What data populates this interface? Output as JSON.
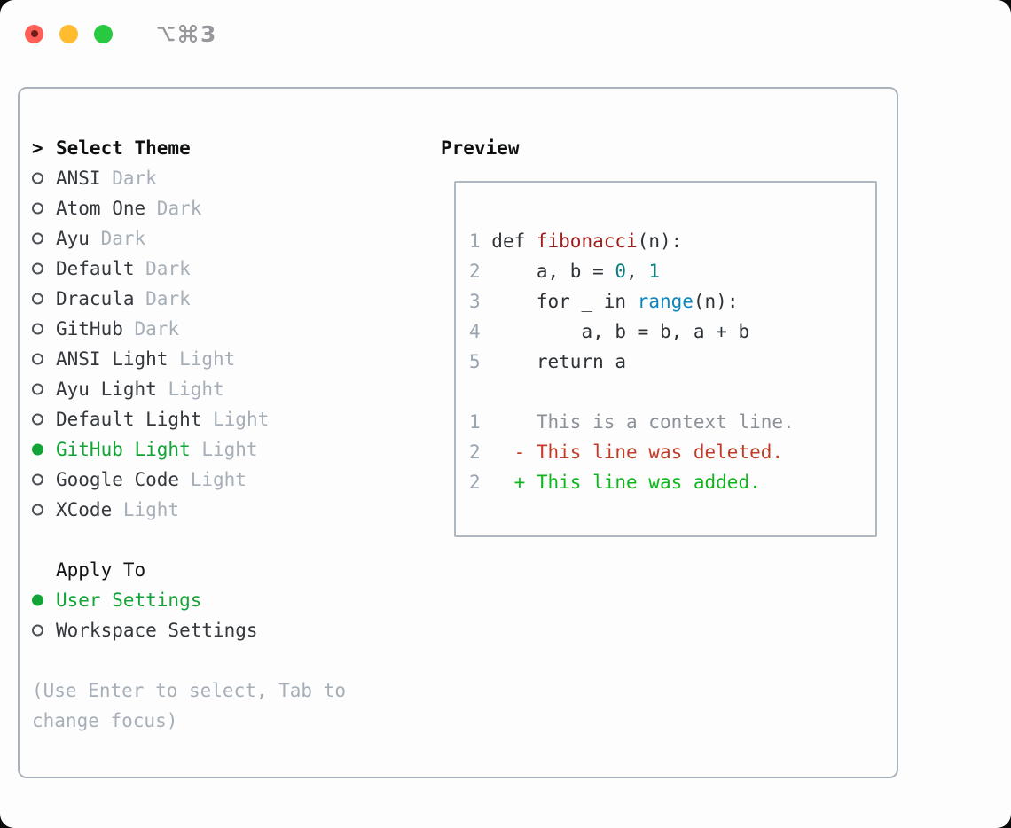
{
  "titlebar": {
    "shortcut": "⌥⌘3",
    "shortcut_digit": "3",
    "traffic_lights": [
      "close",
      "minimize",
      "zoom"
    ]
  },
  "theme_list": {
    "prompt": ">",
    "header": "Select Theme",
    "items": [
      {
        "name": "ANSI",
        "tag": "Dark",
        "selected": false
      },
      {
        "name": "Atom One",
        "tag": "Dark",
        "selected": false
      },
      {
        "name": "Ayu",
        "tag": "Dark",
        "selected": false
      },
      {
        "name": "Default",
        "tag": "Dark",
        "selected": false
      },
      {
        "name": "Dracula",
        "tag": "Dark",
        "selected": false
      },
      {
        "name": "GitHub",
        "tag": "Dark",
        "selected": false
      },
      {
        "name": "ANSI Light",
        "tag": "Light",
        "selected": false
      },
      {
        "name": "Ayu Light",
        "tag": "Light",
        "selected": false
      },
      {
        "name": "Default Light",
        "tag": "Light",
        "selected": false
      },
      {
        "name": "GitHub Light",
        "tag": "Light",
        "selected": true
      },
      {
        "name": "Google Code",
        "tag": "Light",
        "selected": false
      },
      {
        "name": "XCode",
        "tag": "Light",
        "selected": false
      }
    ]
  },
  "apply_to": {
    "header": "Apply To",
    "items": [
      {
        "name": "User Settings",
        "selected": true
      },
      {
        "name": "Workspace Settings",
        "selected": false
      }
    ]
  },
  "help_text": "(Use Enter to select, Tab to\nchange focus)",
  "preview": {
    "header": "Preview",
    "lines": [
      {
        "num": "1",
        "parts": [
          {
            "c": "code",
            "t": "def "
          },
          {
            "c": "fn",
            "t": "fibonacci"
          },
          {
            "c": "code",
            "t": "(n):"
          }
        ]
      },
      {
        "num": "2",
        "parts": [
          {
            "c": "code",
            "t": "    a, b = "
          },
          {
            "c": "num",
            "t": "0"
          },
          {
            "c": "code",
            "t": ", "
          },
          {
            "c": "num",
            "t": "1"
          }
        ]
      },
      {
        "num": "3",
        "parts": [
          {
            "c": "code",
            "t": "    for _ in "
          },
          {
            "c": "builtin",
            "t": "range"
          },
          {
            "c": "code",
            "t": "(n):"
          }
        ]
      },
      {
        "num": "4",
        "parts": [
          {
            "c": "code",
            "t": "        a, b = b, a + b"
          }
        ]
      },
      {
        "num": "5",
        "parts": [
          {
            "c": "code",
            "t": "    return a"
          }
        ]
      },
      {
        "blank": true
      },
      {
        "num": "1",
        "parts": [
          {
            "c": "ctx",
            "t": "    This is a context line."
          }
        ]
      },
      {
        "num": "2",
        "parts": [
          {
            "c": "del",
            "t": "  - This line was deleted."
          }
        ]
      },
      {
        "num": "2",
        "parts": [
          {
            "c": "add",
            "t": "  + This line was added."
          }
        ]
      }
    ]
  },
  "colors": {
    "selected_green": "#13a437",
    "added_green": "#0db71b",
    "deleted_red": "#c43a28",
    "function_red": "#9e1c1c",
    "number_teal": "#0a7d80",
    "builtin_blue": "#0e86bd",
    "muted_gray": "#a6aeb8",
    "border_gray": "#a9b2bb",
    "traffic_red": "#ff5f57",
    "traffic_yellow": "#febc2e",
    "traffic_green": "#28c840"
  }
}
